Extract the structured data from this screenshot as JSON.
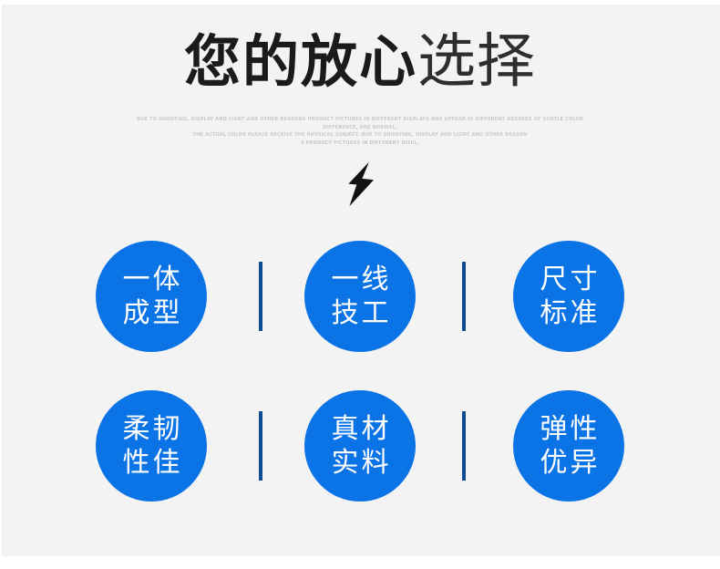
{
  "title": {
    "bold_part": "您的放心",
    "light_part": "选择"
  },
  "disclaimer": {
    "line1": "DUE TO SHOOTING, DISPLAY AND LIGHT AND OTHER REASONS PRODUCT PICTURES IN DIFFERENT DISPLAYS MAY APPEAR IN DIFFERENT DEGREES OF SUBTLE COLOR DIFFERENCE, ARE NORMAL,",
    "line2": "THE ACTUAL COLOR PLEASE RECEIVE THE PHYSICAL SUBJECT. DUE TO SHOOTING, DISPLAY AND LIGHT AND OTHER REASON",
    "line3": "S PRODUCT PICTURES IN DIFFERENT DISPL."
  },
  "icons": {
    "lightning": "lightning-bolt-icon"
  },
  "features": [
    {
      "line1": "一体",
      "line2": "成型"
    },
    {
      "line1": "一线",
      "line2": "技工"
    },
    {
      "line1": "尺寸",
      "line2": "标准"
    },
    {
      "line1": "柔韧",
      "line2": "性佳"
    },
    {
      "line1": "真材",
      "line2": "实料"
    },
    {
      "line1": "弹性",
      "line2": "优异"
    }
  ],
  "colors": {
    "circle_blue": "#0a73e6",
    "divider_navy": "#0d4b93",
    "panel_bg": "#f3f3f4",
    "title_black": "#1b1b1b",
    "title_light": "#2e2e2e",
    "disclaimer_gray": "#c9c9cd",
    "bolt_black": "#111111"
  }
}
